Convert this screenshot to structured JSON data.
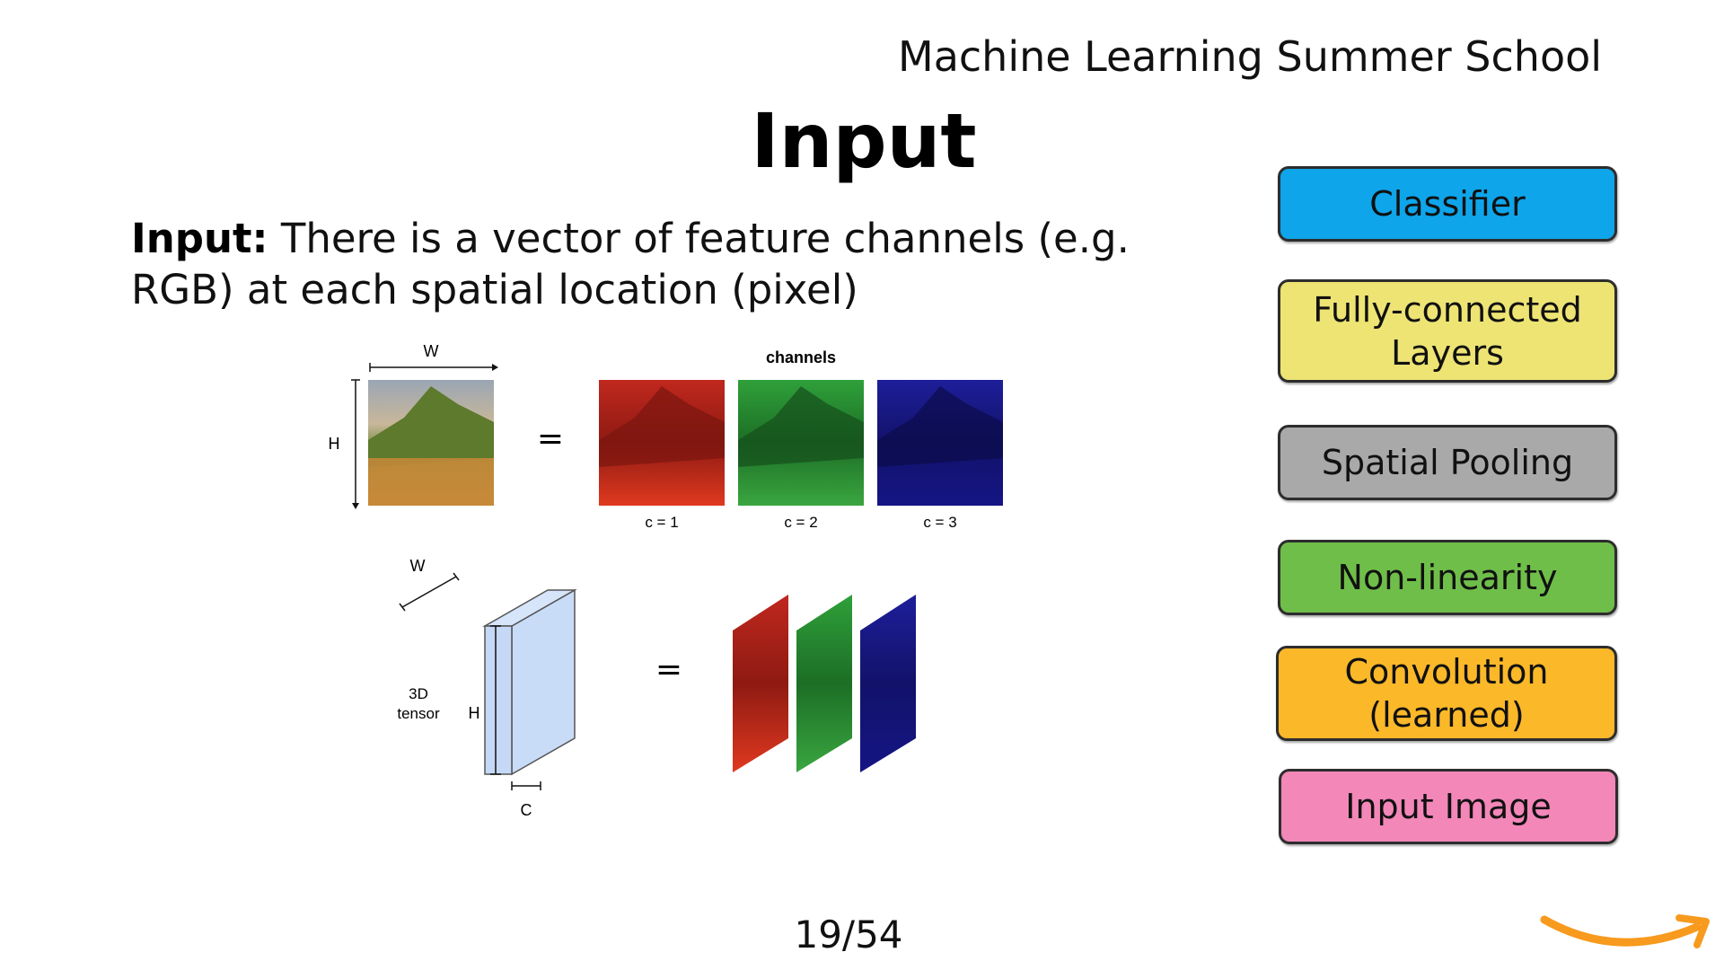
{
  "header": {
    "title": "Machine Learning Summer School"
  },
  "slide": {
    "title": "Input",
    "body_bold": "Input:",
    "body_line1": " There is a vector of feature channels (e.g.",
    "body_line2": "RGB) at each spatial location (pixel)"
  },
  "figure": {
    "w_label": "W",
    "h_label": "H",
    "equals": "=",
    "channels_label": "channels",
    "channel_labels": [
      "c = 1",
      "c = 2",
      "c = 3"
    ],
    "tensor_label_line1": "3D",
    "tensor_label_line2": "tensor",
    "tensor_w_label": "W",
    "tensor_h_label": "H",
    "tensor_c_label": "C",
    "equals2": "="
  },
  "stack": [
    {
      "label": "Classifier",
      "color": "#0ea5ea"
    },
    {
      "label": "Fully-connected\nLayers",
      "color": "#ede474"
    },
    {
      "label": "Spatial Pooling",
      "color": "#a9a9a9"
    },
    {
      "label": "Non-linearity",
      "color": "#6fbe4a"
    },
    {
      "label": "Convolution\n(learned)",
      "color": "#fbb829"
    },
    {
      "label": "Input Image",
      "color": "#f287b8"
    }
  ],
  "footer": {
    "page": "19/54"
  },
  "logo": {
    "icon": "amazon-smile-icon",
    "color": "#f79a1d"
  }
}
